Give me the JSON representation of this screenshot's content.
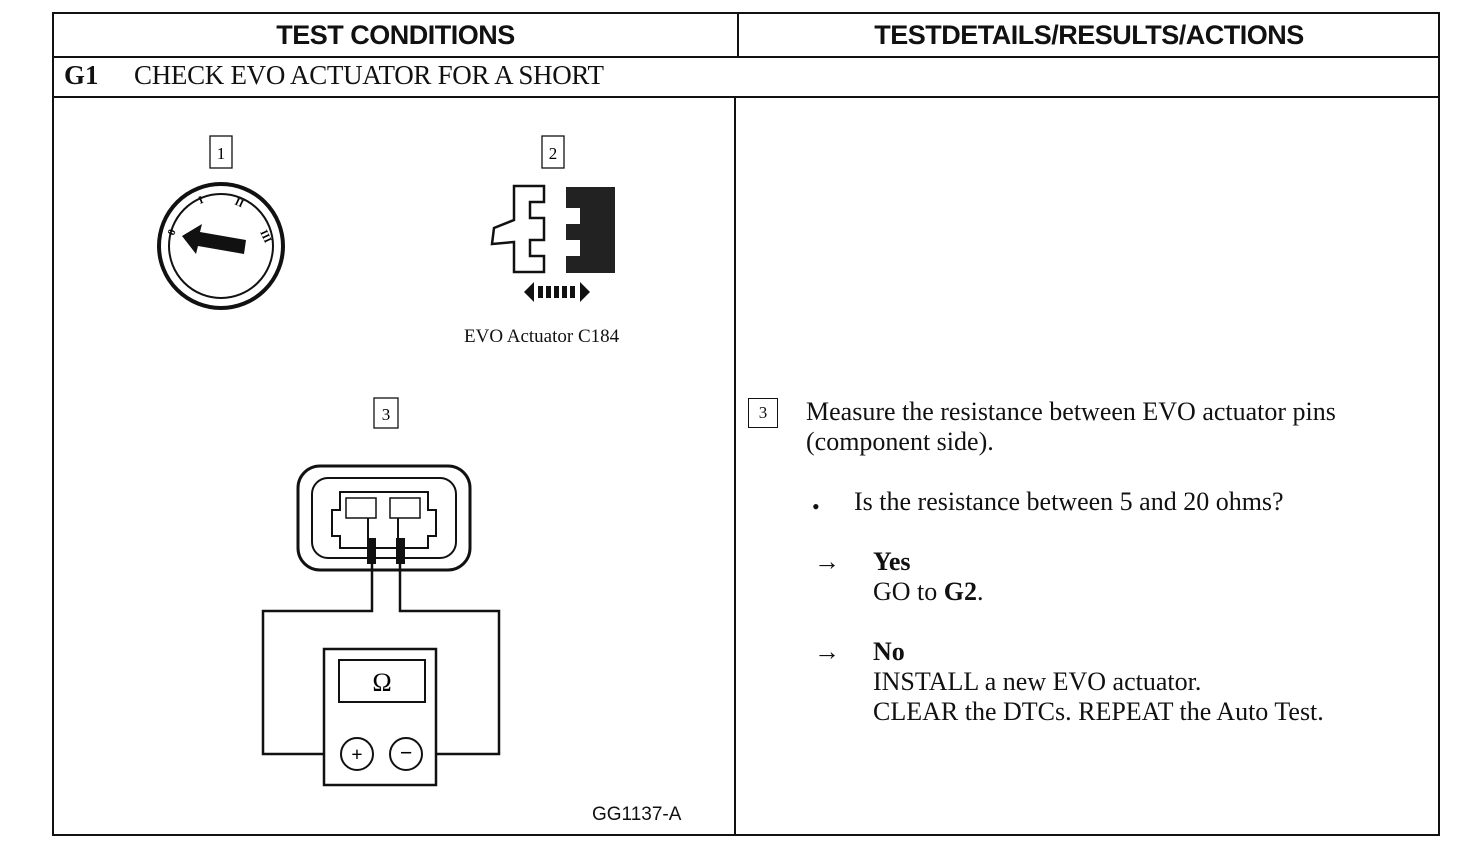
{
  "header": {
    "left": "TEST CONDITIONS",
    "right": "TESTDETAILS/RESULTS/ACTIONS"
  },
  "section": {
    "id": "G1",
    "title": "CHECK EVO ACTUATOR FOR A SHORT"
  },
  "diagram": {
    "step1_number": "1",
    "step2_number": "2",
    "step3_number": "3",
    "connector_caption": "EVO Actuator C184",
    "ignition_positions": [
      "0",
      "I",
      "II",
      "III"
    ],
    "meter_symbol": "Ω",
    "figure_id": "GG1137-A"
  },
  "details": {
    "step_number": "3",
    "instruction": "Measure the resistance between EVO actuator pins (component side).",
    "bullet": "•",
    "question": "Is the resistance between 5 and 20 ohms?",
    "arrow": "→",
    "yes_label": "Yes",
    "yes_action_prefix": "GO to ",
    "yes_action_target": "G2",
    "yes_action_suffix": ".",
    "no_label": "No",
    "no_action_1": "INSTALL a new EVO actuator.",
    "no_action_2": "CLEAR the DTCs. REPEAT  the Auto Test."
  }
}
